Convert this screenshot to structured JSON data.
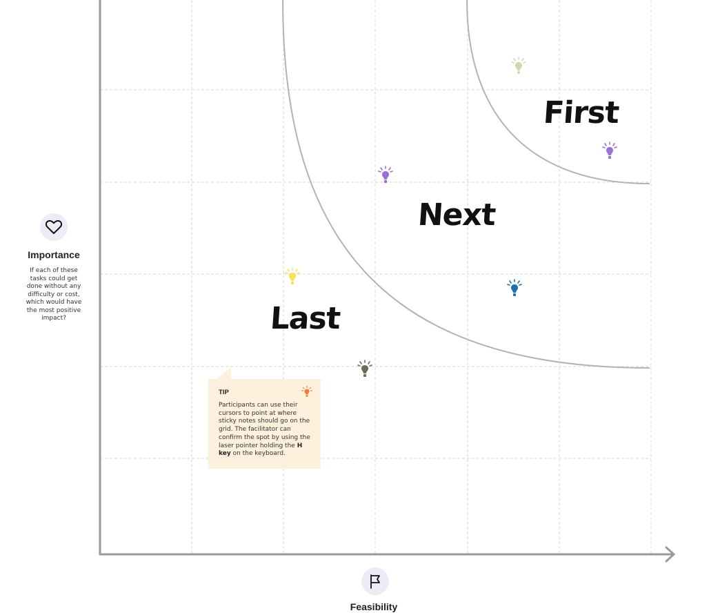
{
  "y_axis": {
    "icon": "heart-icon",
    "title": "Importance",
    "description": "If each of these tasks could get done without any difficulty or cost, which would have the most positive impact?"
  },
  "x_axis": {
    "icon": "flag-icon",
    "title": "Feasibility"
  },
  "zones": {
    "first": "First",
    "next": "Next",
    "last": "Last"
  },
  "tip": {
    "title": "TIP",
    "body_prefix": "Participants can use their cursors to point at where sticky notes should go on the grid. The facilitator can confirm the spot by using the laser pointer holding the ",
    "body_key": "H key",
    "body_suffix": " on the keyboard.",
    "icon": "lightbulb-icon"
  },
  "markers": [
    {
      "name": "idea-marker-pale",
      "color": "#d5d5b5"
    },
    {
      "name": "idea-marker-purple-first",
      "color": "#9b6fd6"
    },
    {
      "name": "idea-marker-purple-next",
      "color": "#9b6fd6"
    },
    {
      "name": "idea-marker-yellow",
      "color": "#f7e35a"
    },
    {
      "name": "idea-marker-blue",
      "color": "#1c6fb0"
    },
    {
      "name": "idea-marker-olive",
      "color": "#6a6e55"
    }
  ],
  "colors": {
    "axis": "#9a9a9a",
    "grid": "#d4d4d4",
    "curve": "#b3b3b3",
    "tip_background": "#fdf0dc",
    "tip_icon": "#f07a3c",
    "icon_circle": "#ececf7"
  }
}
